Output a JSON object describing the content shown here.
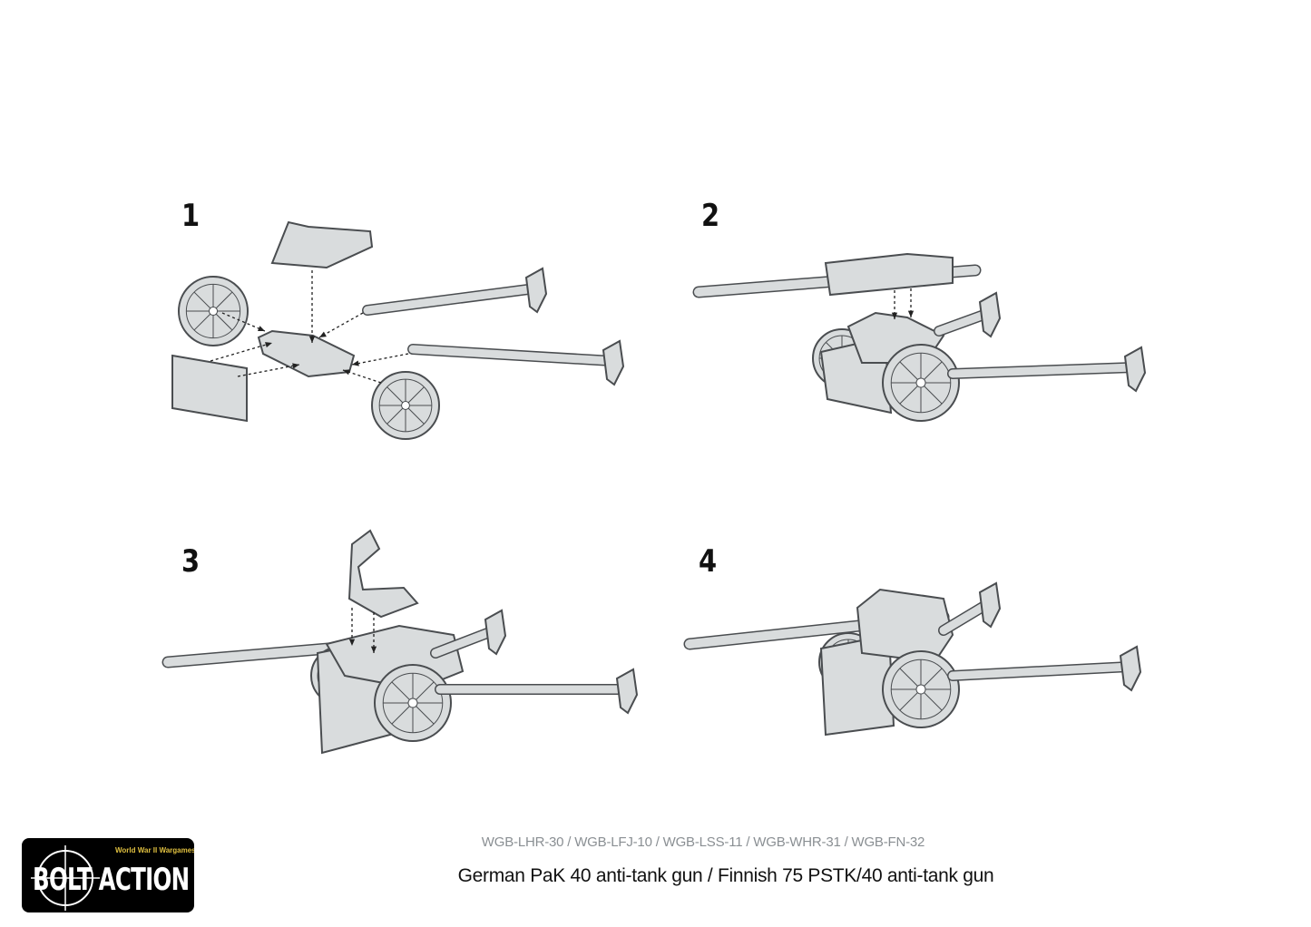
{
  "steps": [
    {
      "number": "1"
    },
    {
      "number": "2"
    },
    {
      "number": "3"
    },
    {
      "number": "4"
    }
  ],
  "footer": {
    "product_codes": "WGB-LHR-30 / WGB-LFJ-10 / WGB-LSS-11 / WGB-WHR-31 / WGB-FN-32",
    "title": "German PaK 40 anti-tank gun / Finnish 75 PSTK/40 anti-tank gun"
  },
  "logo": {
    "tagline": "World War II Wargames Rules",
    "wordmark": "BOLT ACTION"
  },
  "colors": {
    "part_fill": "#d9dcdd",
    "part_stroke": "#4a4d50",
    "arrow": "#222222"
  }
}
